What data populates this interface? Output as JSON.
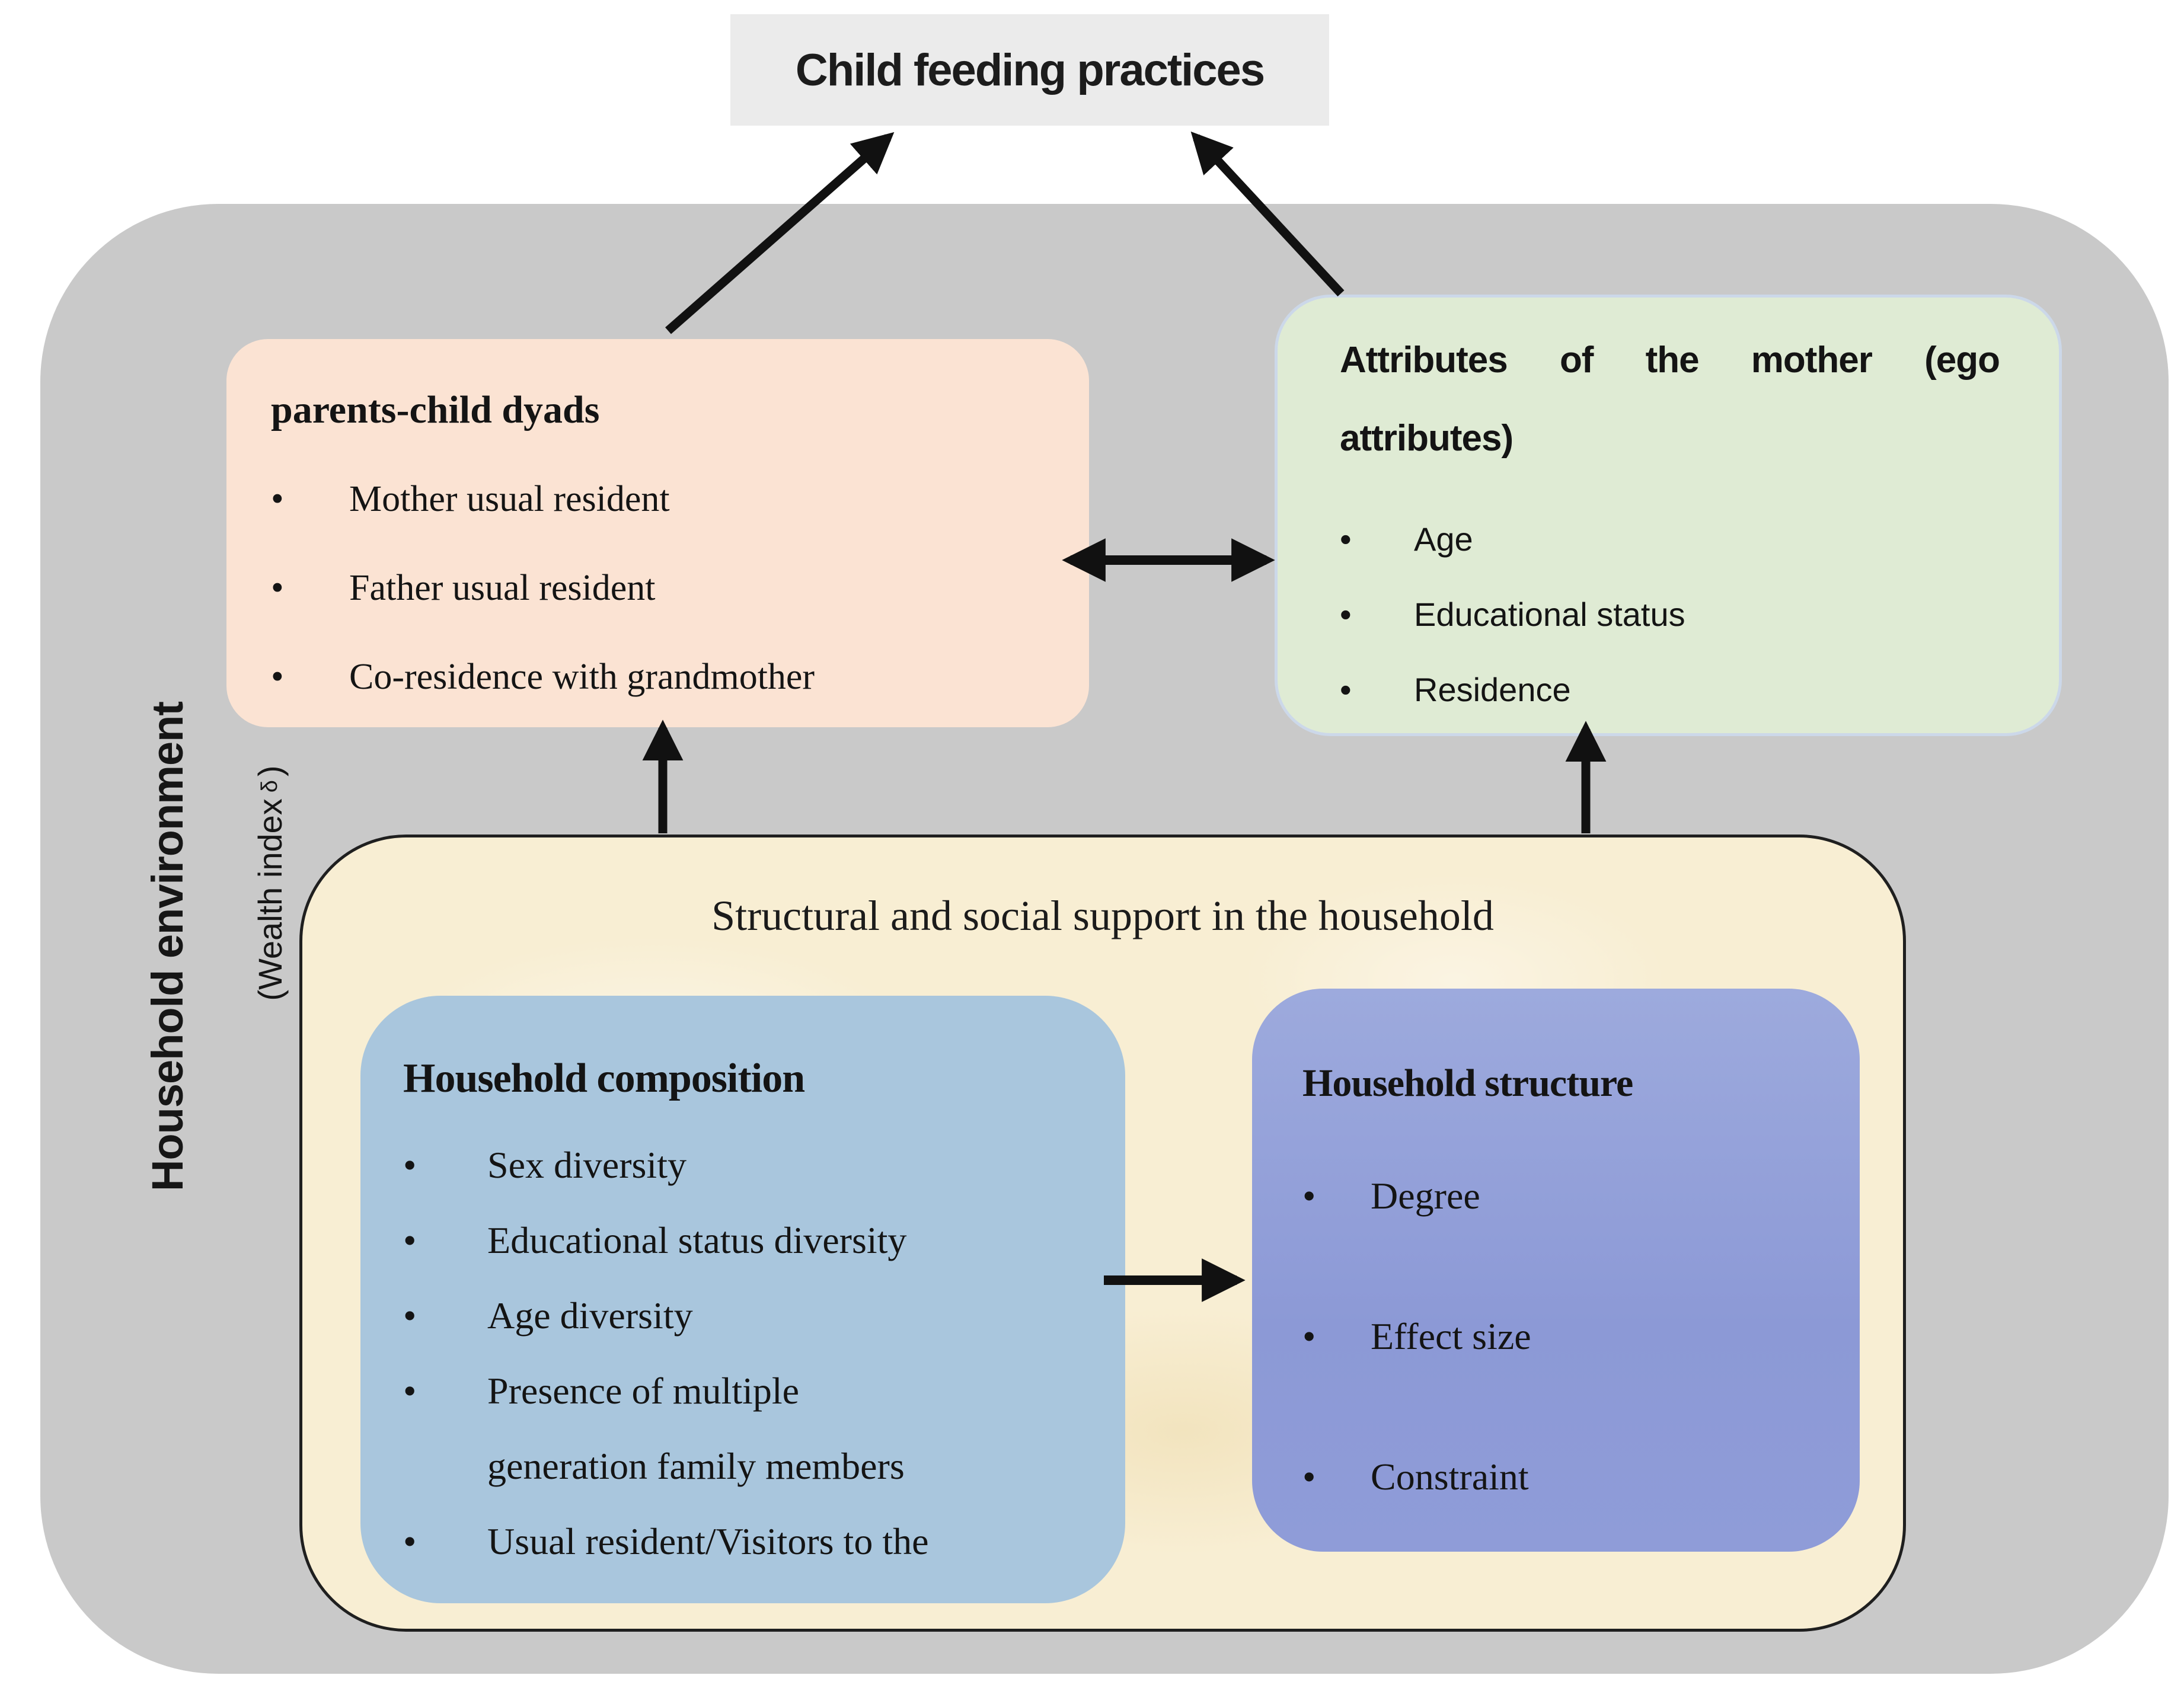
{
  "diagram": {
    "outcome_box": {
      "label": "Child feeding practices"
    },
    "environment": {
      "side_label": "Household environment",
      "wealth_label": {
        "prefix": "(Wealth index",
        "sup": "δ",
        "suffix": " )"
      }
    },
    "dyads_box": {
      "title": "parents-child dyads",
      "items": [
        "Mother usual resident",
        "Father usual resident",
        "Co-residence with grandmother"
      ]
    },
    "mother_box": {
      "title_line1_words": {
        "w0": "Attributes",
        "w1": "of",
        "w2": "the",
        "w3": "mother",
        "w4": "(ego"
      },
      "title_line2": "attributes)",
      "items": [
        "Age",
        "Educational status",
        "Residence"
      ]
    },
    "support_box": {
      "title": "Structural and social support in the household"
    },
    "composition_box": {
      "title": "Household composition",
      "items": [
        "Sex diversity",
        "Educational status diversity",
        "Age diversity",
        "Presence of multiple\ngeneration family members",
        "Usual resident/Visitors to the"
      ]
    },
    "structure_box": {
      "title": "Household structure",
      "items": [
        "Degree",
        "Effect size",
        "Constraint"
      ]
    },
    "bullet_char": "•",
    "colors": {
      "outcome_bg": "#ebebeb",
      "environment_bg": "#c9c9c9",
      "dyads_bg": "#fbe3d3",
      "mother_bg": "#dfebd4",
      "support_bg": "#f8eed3",
      "composition_bg": "#a9c6dd",
      "structure_bg": "#8c99d6",
      "arrow": "#111111"
    }
  }
}
